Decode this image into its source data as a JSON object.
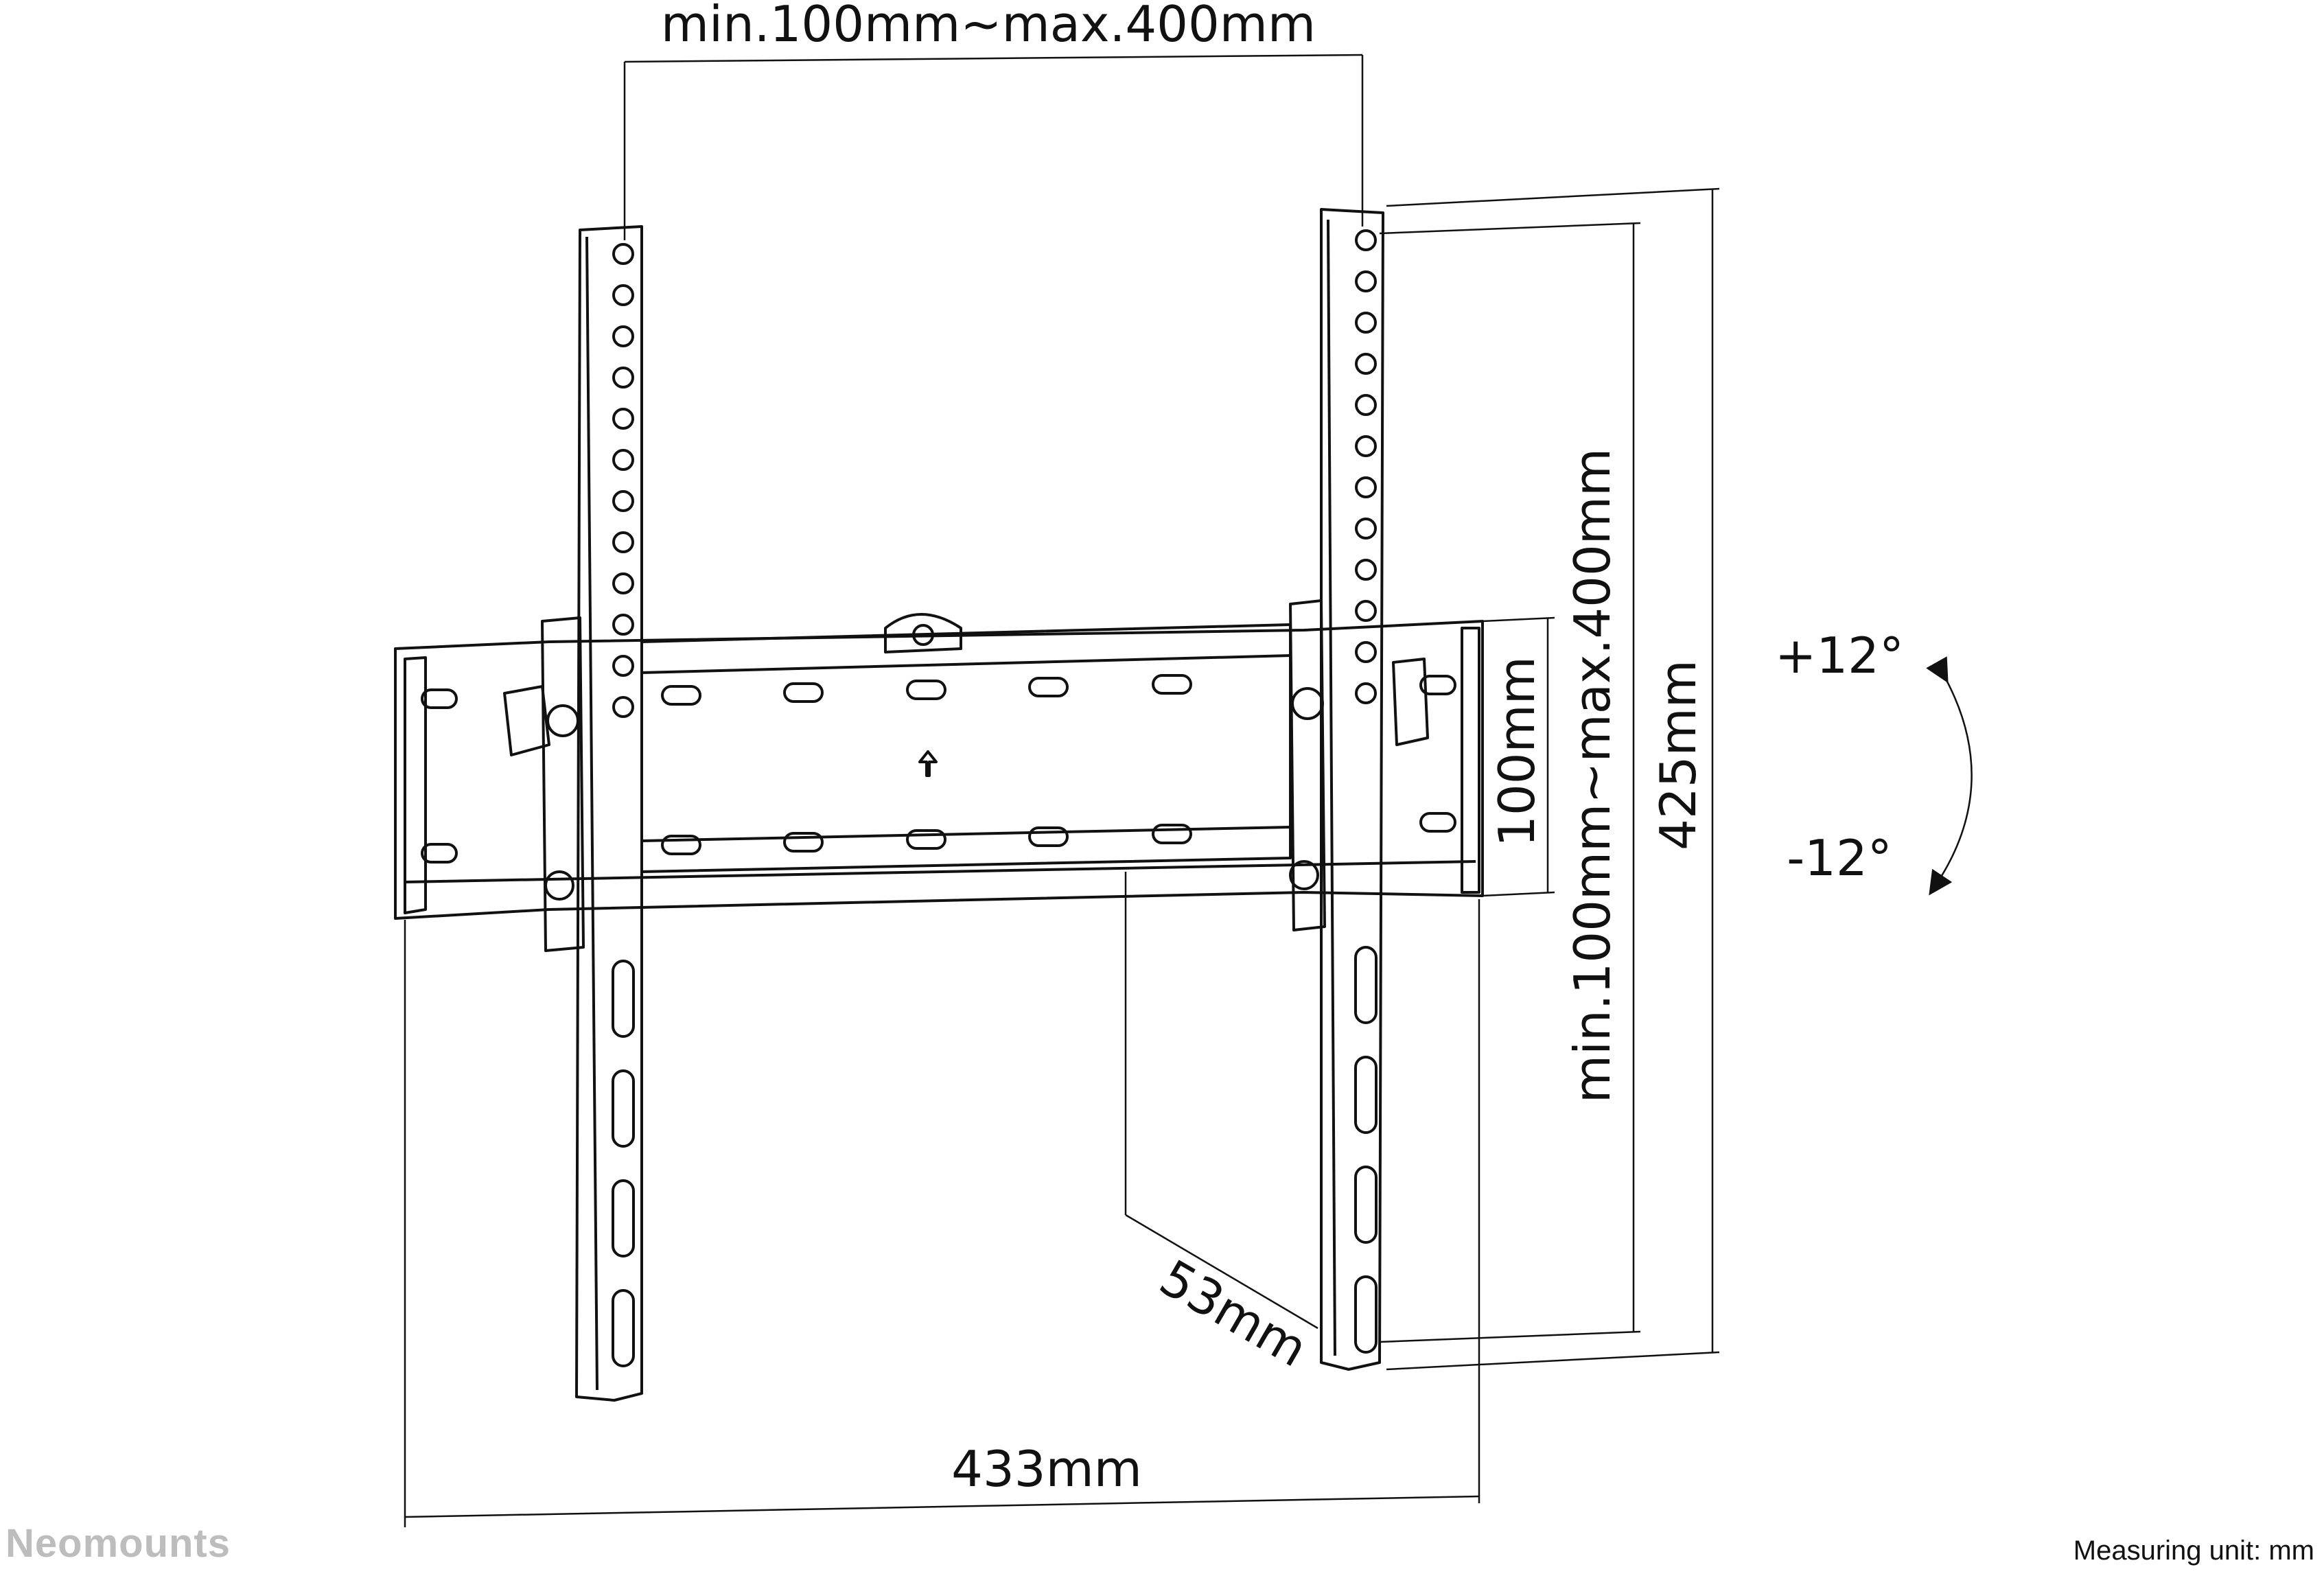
{
  "brand": "Neomounts",
  "measuring_unit": "Measuring unit: mm",
  "dimensions": {
    "top_width": "min.100mm~max.400mm",
    "vertical_range": "min.100mm~max.400mm",
    "height_total": "425mm",
    "rail_height": "100mm",
    "depth": "53mm",
    "total_width": "433mm"
  },
  "tilt": {
    "up": "+12°",
    "down": "-12°"
  },
  "colors": {
    "line": "#111111",
    "brand_gray": "#bdbdbd"
  }
}
